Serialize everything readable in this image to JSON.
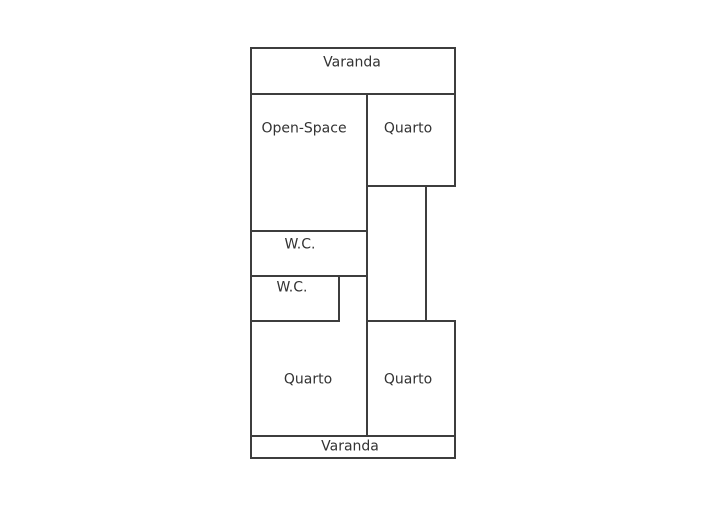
{
  "colors": {
    "wall": "#3d3d3d",
    "text": "#333333",
    "background": "#ffffff"
  },
  "floor_plan": {
    "rooms": [
      {
        "id": "varanda-top",
        "label": "Varanda"
      },
      {
        "id": "open-space",
        "label": "Open-Space"
      },
      {
        "id": "quarto-top-right",
        "label": "Quarto"
      },
      {
        "id": "wc-upper",
        "label": "W.C."
      },
      {
        "id": "wc-lower",
        "label": "W.C."
      },
      {
        "id": "quarto-bottom-left",
        "label": "Quarto"
      },
      {
        "id": "quarto-bottom-right",
        "label": "Quarto"
      },
      {
        "id": "varanda-bottom",
        "label": "Varanda"
      }
    ]
  }
}
